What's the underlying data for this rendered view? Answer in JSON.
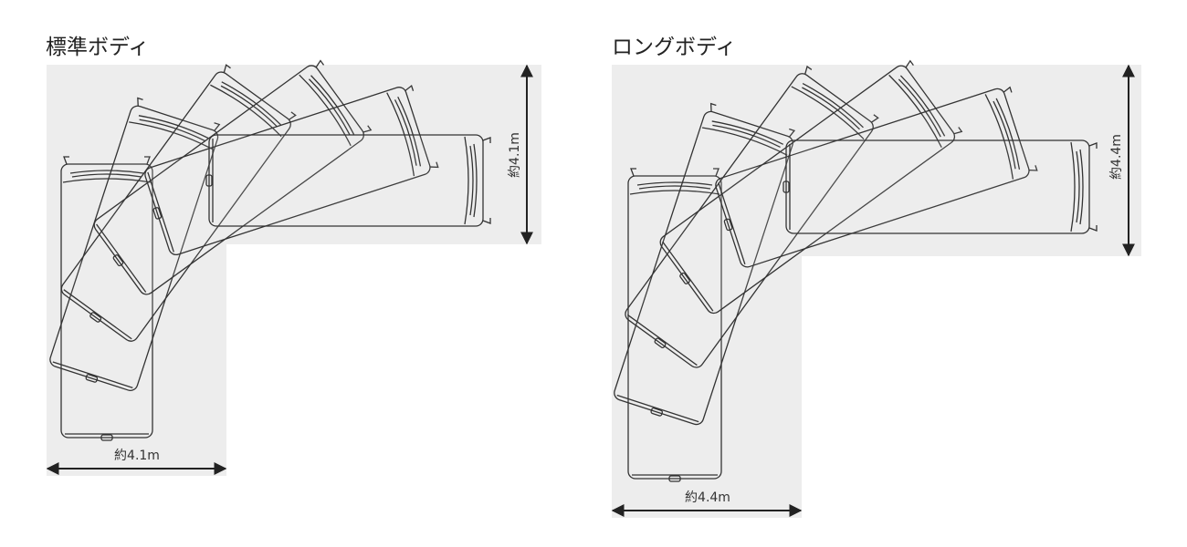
{
  "panels": [
    {
      "title": "標準ボディ",
      "width_label": "約4.1m",
      "depth_label": "約4.1m"
    },
    {
      "title": "ロングボディ",
      "width_label": "約4.4m",
      "depth_label": "約4.4m"
    }
  ],
  "colors": {
    "area": "#ededed",
    "line": "#333333"
  }
}
